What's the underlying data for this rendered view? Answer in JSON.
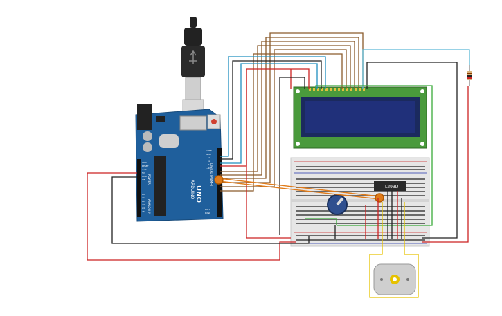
{
  "arduino": {
    "brand": "ARDUINO",
    "model": "UNO",
    "digital_label": "DIGITAL (PWM~)",
    "power_label": "POWER",
    "analog_label": "ANALOG IN",
    "pin_aref": "AREF",
    "pin_gnd": "GND",
    "pin_13": "13",
    "pin_12": "12",
    "pin_11": "~11",
    "pin_10": "~10",
    "pin_ioref": "IOREF",
    "pin_reset": "RESET",
    "pin_33v": "3.3V",
    "pin_5v": "5V",
    "pin_gnd2": "GND",
    "pin_vin": "VIN",
    "pin_a0": "A0",
    "pin_a1": "A1",
    "pin_a2": "A2",
    "pin_a3": "A3",
    "pin_a4": "A4",
    "pin_a5": "A5",
    "pin_tx": "TX▸1",
    "pin_rx": "RX◂0"
  },
  "chip": {
    "label": "L293D"
  },
  "colors": {
    "board": "#1f5f9c",
    "lcd_pcb": "#4a9a3c",
    "lcd_screen": "#20307a",
    "wire_brown": "#8a5a2b",
    "wire_blue": "#1f8fbf",
    "wire_red": "#cc2222",
    "wire_black": "#222222",
    "wire_orange": "#e07b1a",
    "wire_green": "#3aaa3a",
    "wire_yellow": "#e6c200",
    "wire_lightblue": "#5ab8d6"
  }
}
